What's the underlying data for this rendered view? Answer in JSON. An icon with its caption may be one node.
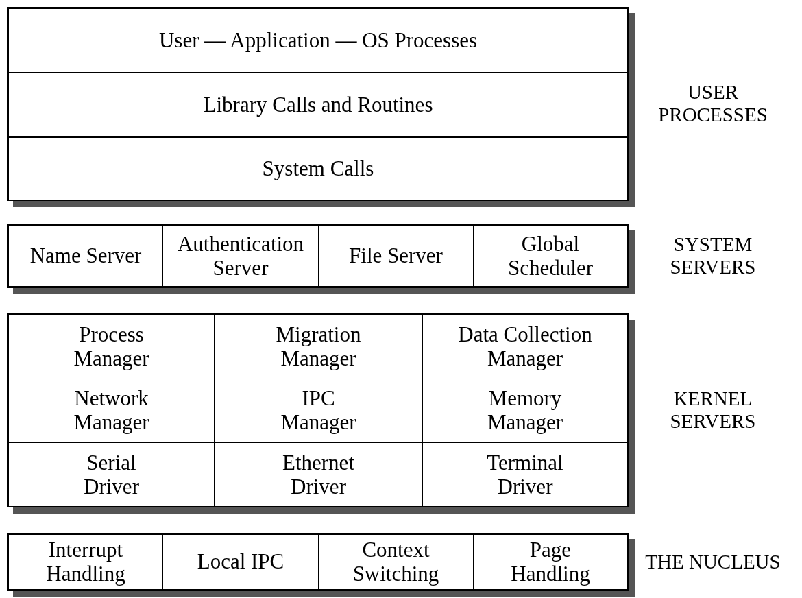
{
  "diagram": {
    "nodes": [
      {
        "text": [],
        "shape": "box",
        "beside": [
          "USER PROCESSES"
        ]
      },
      {
        "text": [
          "User — Application — OS Processes"
        ],
        "in": 0
      },
      {
        "text": [
          "Library Calls and Routines"
        ],
        "in": 0
      },
      {
        "text": [
          "System Calls"
        ],
        "in": 0
      },
      {
        "text": [],
        "shape": "box",
        "beside": [
          "SYSTEM SERVERS"
        ]
      },
      {
        "text": [
          "Name Server"
        ],
        "in": 4
      },
      {
        "text": [
          "Authentication Server"
        ],
        "in": 4
      },
      {
        "text": [
          "File Server"
        ],
        "in": 4
      },
      {
        "text": [
          "Global Scheduler"
        ],
        "in": 4
      },
      {
        "text": [],
        "shape": "box",
        "beside": [
          "KERNEL SERVERS"
        ]
      },
      {
        "text": [
          "Process Manager"
        ],
        "in": 9
      },
      {
        "text": [
          "Migration Manager"
        ],
        "in": 9
      },
      {
        "text": [
          "Data Collection Manager"
        ],
        "in": 9
      },
      {
        "text": [
          "Network Manager"
        ],
        "in": 9
      },
      {
        "text": [
          "IPC Manager"
        ],
        "in": 9
      },
      {
        "text": [
          "Memory Manager"
        ],
        "in": 9
      },
      {
        "text": [
          "Serial Driver"
        ],
        "in": 9
      },
      {
        "text": [
          "Ethernet Driver"
        ],
        "in": 9
      },
      {
        "text": [
          "Terminal Driver"
        ],
        "in": 9
      },
      {
        "text": [],
        "shape": "box",
        "beside": [
          "THE NUCLEUS"
        ]
      },
      {
        "text": [
          "Interrupt Handling"
        ],
        "in": 19
      },
      {
        "text": [
          "Local IPC"
        ],
        "in": 19
      },
      {
        "text": [
          "Context Switching"
        ],
        "in": 19
      },
      {
        "text": [
          "Page Handling"
        ],
        "in": 19
      }
    ],
    "edges": []
  }
}
